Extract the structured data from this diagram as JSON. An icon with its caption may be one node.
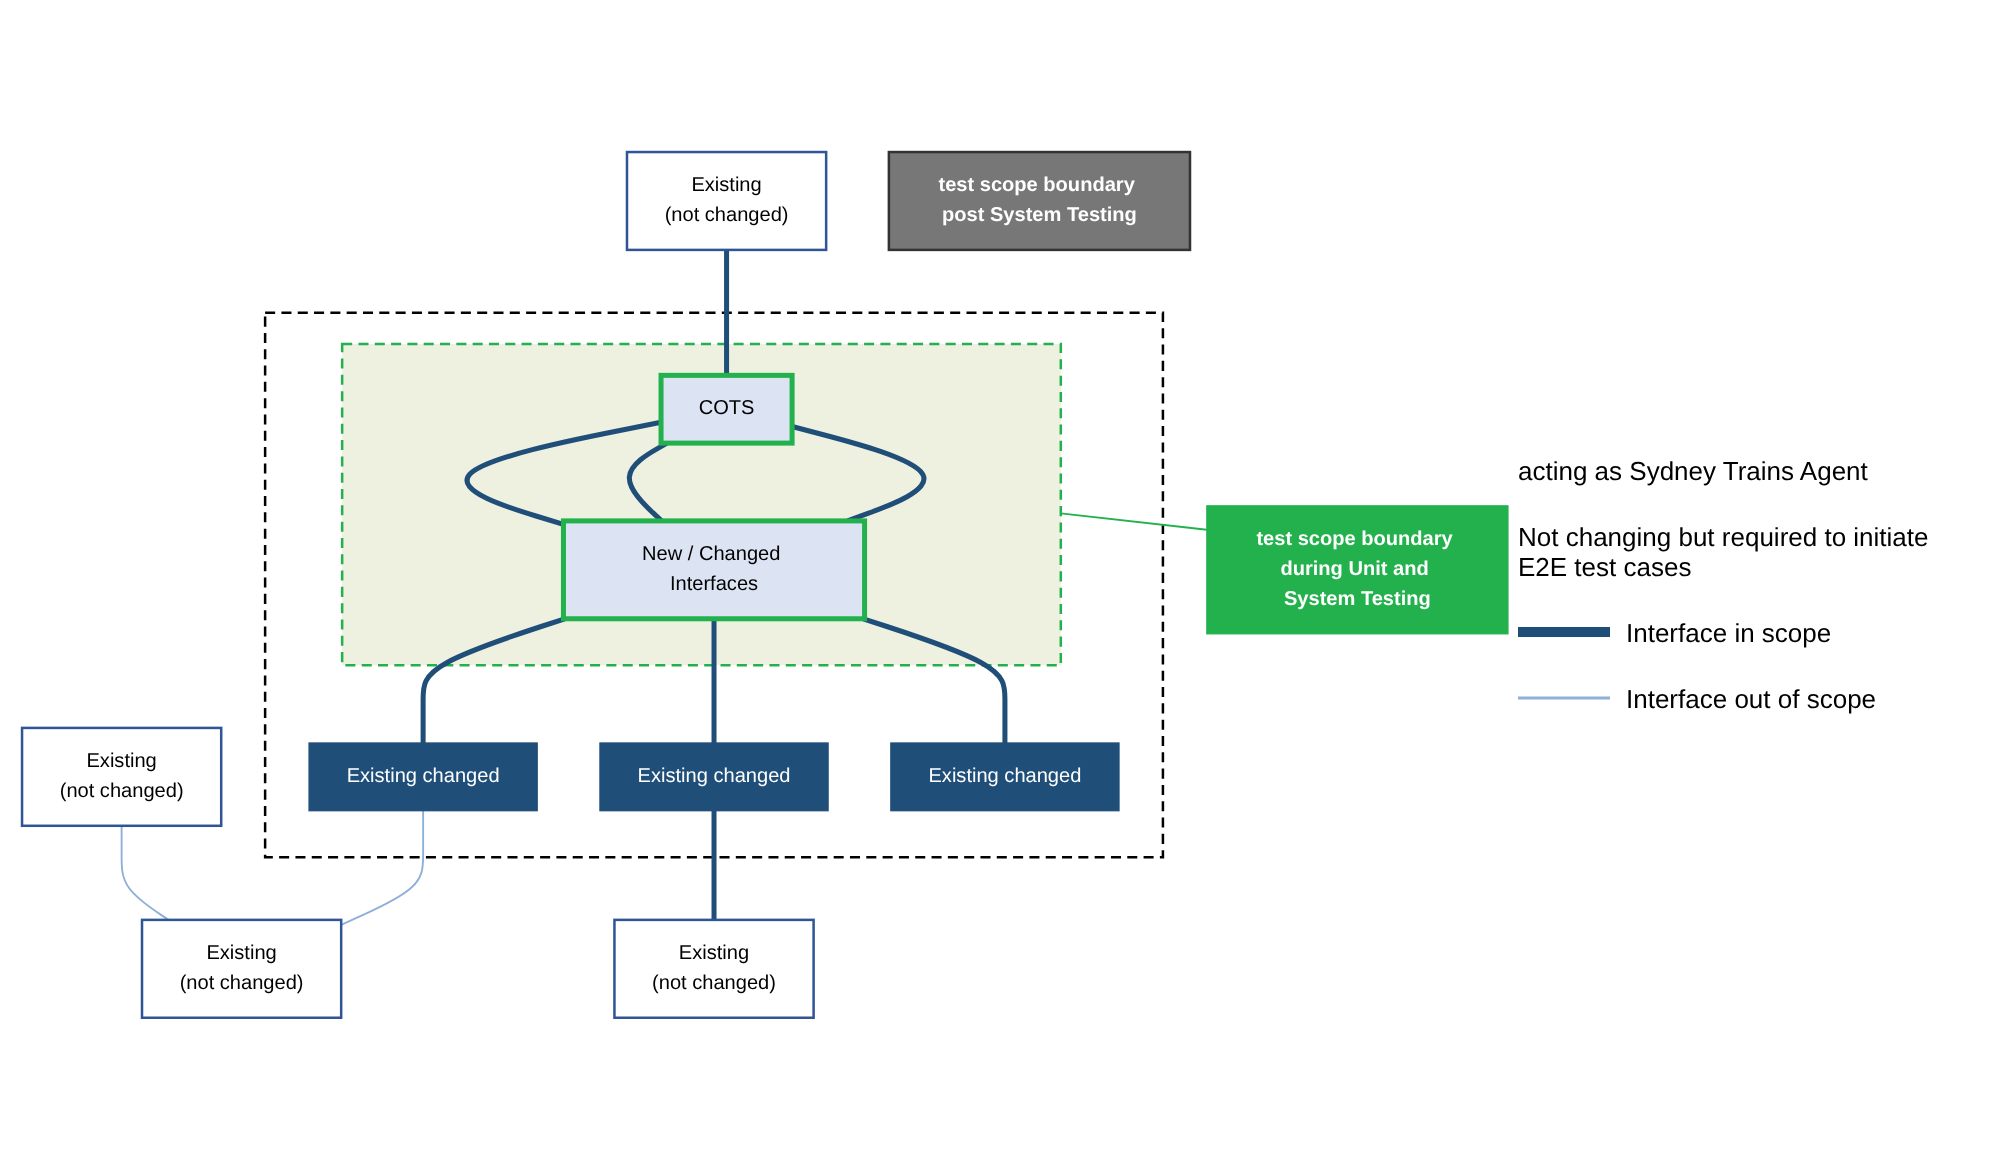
{
  "diagram": {
    "nodes": [
      {
        "text": [],
        "shape": "box"
      },
      {
        "text": [],
        "shape": "box",
        "in": 0
      },
      {
        "text": [
          "COTS"
        ],
        "in": 1
      },
      {
        "text": [
          "New / Changed Interfaces"
        ],
        "in": 1
      },
      {
        "text": [
          "Existing changed"
        ],
        "in": 0
      },
      {
        "text": [
          "Existing changed"
        ],
        "in": 0
      },
      {
        "text": [
          "Existing changed"
        ],
        "in": 0
      },
      {
        "text": [
          "Existing",
          "(not changed)"
        ]
      },
      {
        "text": [
          "test scope boundary during Unit and System Testing"
        ]
      },
      {
        "text": [
          "test scope boundary post System Testing"
        ]
      },
      {
        "text": [
          "Existing",
          "(not changed)"
        ]
      },
      {
        "text": [
          "Existing",
          "(not changed)"
        ]
      },
      {
        "text": [
          "Existing",
          "(not changed)"
        ]
      }
    ],
    "edges": [
      {
        "from": 7,
        "to": 2,
        "arrow": "none"
      },
      {
        "from": 2,
        "to": 3,
        "arrow": "none"
      },
      {
        "from": 2,
        "to": 3,
        "arrow": "none"
      },
      {
        "from": 2,
        "to": 3,
        "arrow": "none"
      },
      {
        "from": 3,
        "to": 4,
        "arrow": "none"
      },
      {
        "from": 3,
        "to": 5,
        "arrow": "none"
      },
      {
        "from": 3,
        "to": 6,
        "arrow": "none"
      },
      {
        "from": 1,
        "to": 8,
        "arrow": "none",
        "color": "#22b14c"
      },
      {
        "from": 4,
        "to": 11,
        "arrow": "none",
        "color": "#8fb0d8"
      },
      {
        "from": 10,
        "to": 11,
        "arrow": "none",
        "color": "#8fb0d8"
      },
      {
        "from": 5,
        "to": 12,
        "arrow": "none"
      }
    ],
    "labels": [
      "acting as Sydney Trains Agent",
      "Not changing but required to initiate E2E test cases"
    ],
    "legend": [
      {
        "text": "Interface in scope"
      },
      {
        "text": "Interface out of scope"
      }
    ]
  }
}
